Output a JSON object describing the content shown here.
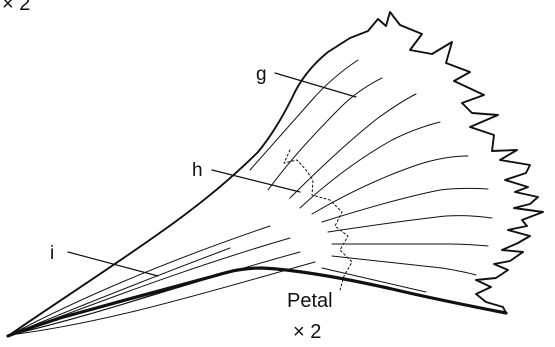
{
  "header_fragment": {
    "text": "× 2"
  },
  "labels": {
    "g": "g",
    "h": "h",
    "i": "i"
  },
  "caption": {
    "title": "Petal",
    "scale": "× 2"
  }
}
